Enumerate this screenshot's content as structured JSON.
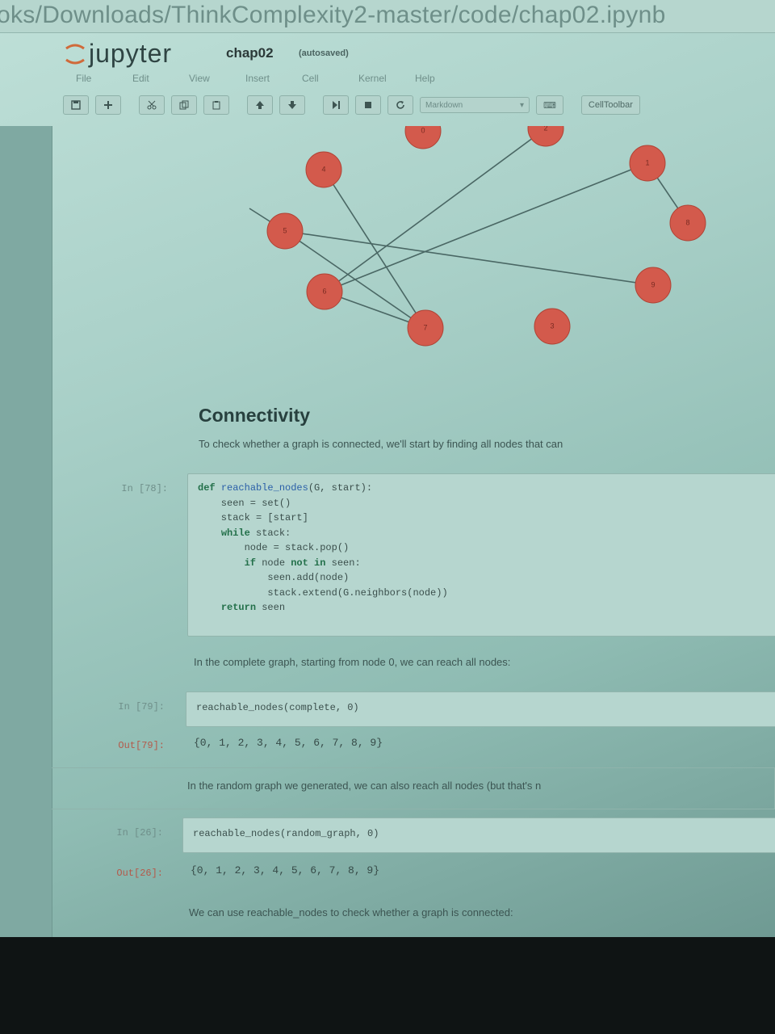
{
  "browser": {
    "url": "oks/Downloads/ThinkComplexity2-master/code/chap02.ipynb"
  },
  "header": {
    "brand": "jupyter",
    "notebook_name": "chap02",
    "notebook_status": "(autosaved)"
  },
  "menu": [
    "File",
    "Edit",
    "View",
    "Insert",
    "Cell",
    "Kernel",
    "Help"
  ],
  "toolbar": {
    "buttons": [
      "save-icon",
      "add-cell-icon",
      "cut-icon",
      "copy-icon",
      "paste-icon",
      "move-up-icon",
      "move-down-icon",
      "run-icon",
      "stop-icon",
      "restart-icon"
    ],
    "cell_type_select": "Markdown",
    "cmd_button": "⌨",
    "celltoolbar_button": "CellToolbar"
  },
  "graph": {
    "nodes": [
      "0",
      "1",
      "2",
      "3",
      "4",
      "5",
      "6",
      "7",
      "8",
      "9"
    ],
    "edges": [
      [
        "4",
        "7"
      ],
      [
        "5",
        "7"
      ],
      [
        "5",
        "9"
      ],
      [
        "6",
        "2"
      ],
      [
        "6",
        "1"
      ],
      [
        "6",
        "7"
      ],
      [
        "1",
        "8"
      ]
    ],
    "node_color": "#d35a4c"
  },
  "cells": {
    "heading": "Connectivity",
    "intro": "To check whether a graph is connected, we'll start by finding all nodes that can",
    "cell78": {
      "prompt": "In [78]:",
      "lines": [
        "def reachable_nodes(G, start):",
        "    seen = set()",
        "    stack = [start]",
        "    while stack:",
        "        node = stack.pop()",
        "        if node not in seen:",
        "            seen.add(node)",
        "            stack.extend(G.neighbors(node))",
        "    return seen"
      ]
    },
    "md_complete": "In the complete graph, starting from node 0, we can reach all nodes:",
    "cell79": {
      "prompt": "In [79]:",
      "code": "reachable_nodes(complete, 0)",
      "out_prompt": "Out[79]:",
      "output": "{0, 1, 2, 3, 4, 5, 6, 7, 8, 9}"
    },
    "md_random": "In the random graph we generated, we can also reach all nodes (but that's n",
    "cell26": {
      "prompt": "In [26]:",
      "code": "reachable_nodes(random_graph, 0)",
      "out_prompt": "Out[26]:",
      "output": "{0, 1, 2, 3, 4, 5, 6, 7, 8, 9}"
    },
    "md_use": "We can use reachable_nodes to check whether a graph is connected:"
  },
  "colors": {
    "screen_bg": "#a9d0c8",
    "accent_selected": "#3d76b8",
    "out_prompt": "#b4594a",
    "node": "#d35a4c"
  }
}
